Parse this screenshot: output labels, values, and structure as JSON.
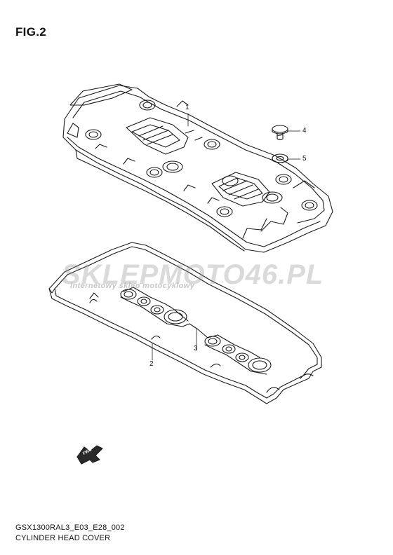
{
  "figure": {
    "title": "FIG.2"
  },
  "parts": [
    {
      "id": "1",
      "label": "1"
    },
    {
      "id": "2",
      "label": "2"
    },
    {
      "id": "3",
      "label": "3"
    },
    {
      "id": "4",
      "label": "4"
    },
    {
      "id": "5",
      "label": "5"
    }
  ],
  "watermark": {
    "brand": "SKLEPMOTO46.PL",
    "tagline": "internetowy sklep motocyklowy"
  },
  "direction_arrow": {
    "label": "FWD"
  },
  "footer": {
    "model_code": "GSX1300RAL3_E03_E28_002",
    "caption": "CYLINDER HEAD COVER"
  }
}
